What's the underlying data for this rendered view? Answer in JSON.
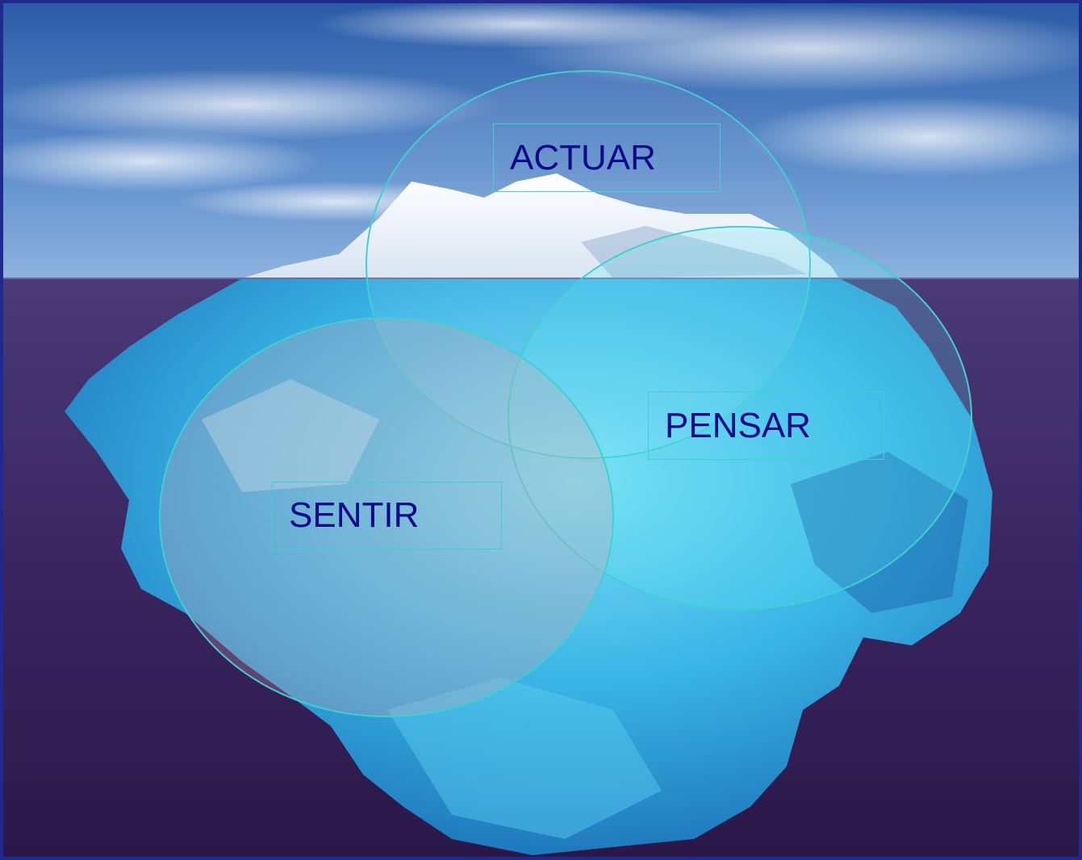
{
  "diagram": {
    "labels": {
      "actuar": "ACTUAR",
      "pensar": "PENSAR",
      "sentir": "SENTIR"
    }
  },
  "colors": {
    "sky_top": "#2c5fa8",
    "sky_bottom": "#7fa9d9",
    "water": "#3a2860",
    "ice_above": "#f4f6fa",
    "ice_below": "#38b8e8",
    "circle_stroke": "#3fd0d0",
    "label_text": "#0b0b8a",
    "frame": "#1f2a8c"
  }
}
